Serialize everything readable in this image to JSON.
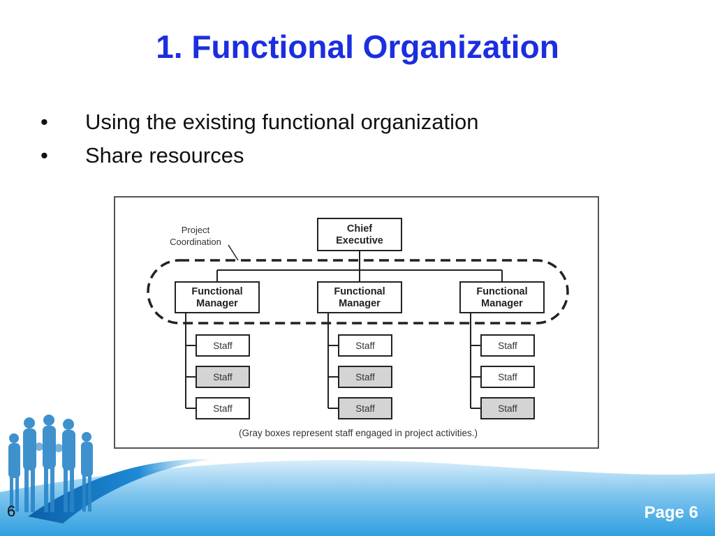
{
  "slide": {
    "title": "1. Functional Organization",
    "bullets": [
      "Using the existing functional organization",
      "Share resources"
    ],
    "slide_number": "6",
    "page_label": "Page 6"
  },
  "diagram": {
    "chief": [
      "Chief",
      "Executive"
    ],
    "managers": [
      [
        "Functional",
        "Manager"
      ],
      [
        "Functional",
        "Manager"
      ],
      [
        "Functional",
        "Manager"
      ]
    ],
    "staff_label": "Staff",
    "staff_highlighted": [
      [
        false,
        true,
        false
      ],
      [
        false,
        true,
        true
      ],
      [
        false,
        false,
        true
      ]
    ],
    "coordination_label": [
      "Project",
      "Coordination"
    ],
    "note": "(Gray boxes represent staff engaged in project activities.)"
  },
  "colors": {
    "title": "#1b2ee0",
    "highlight_box": "#d4d4d4",
    "footer_blue": "#35a6e2"
  }
}
